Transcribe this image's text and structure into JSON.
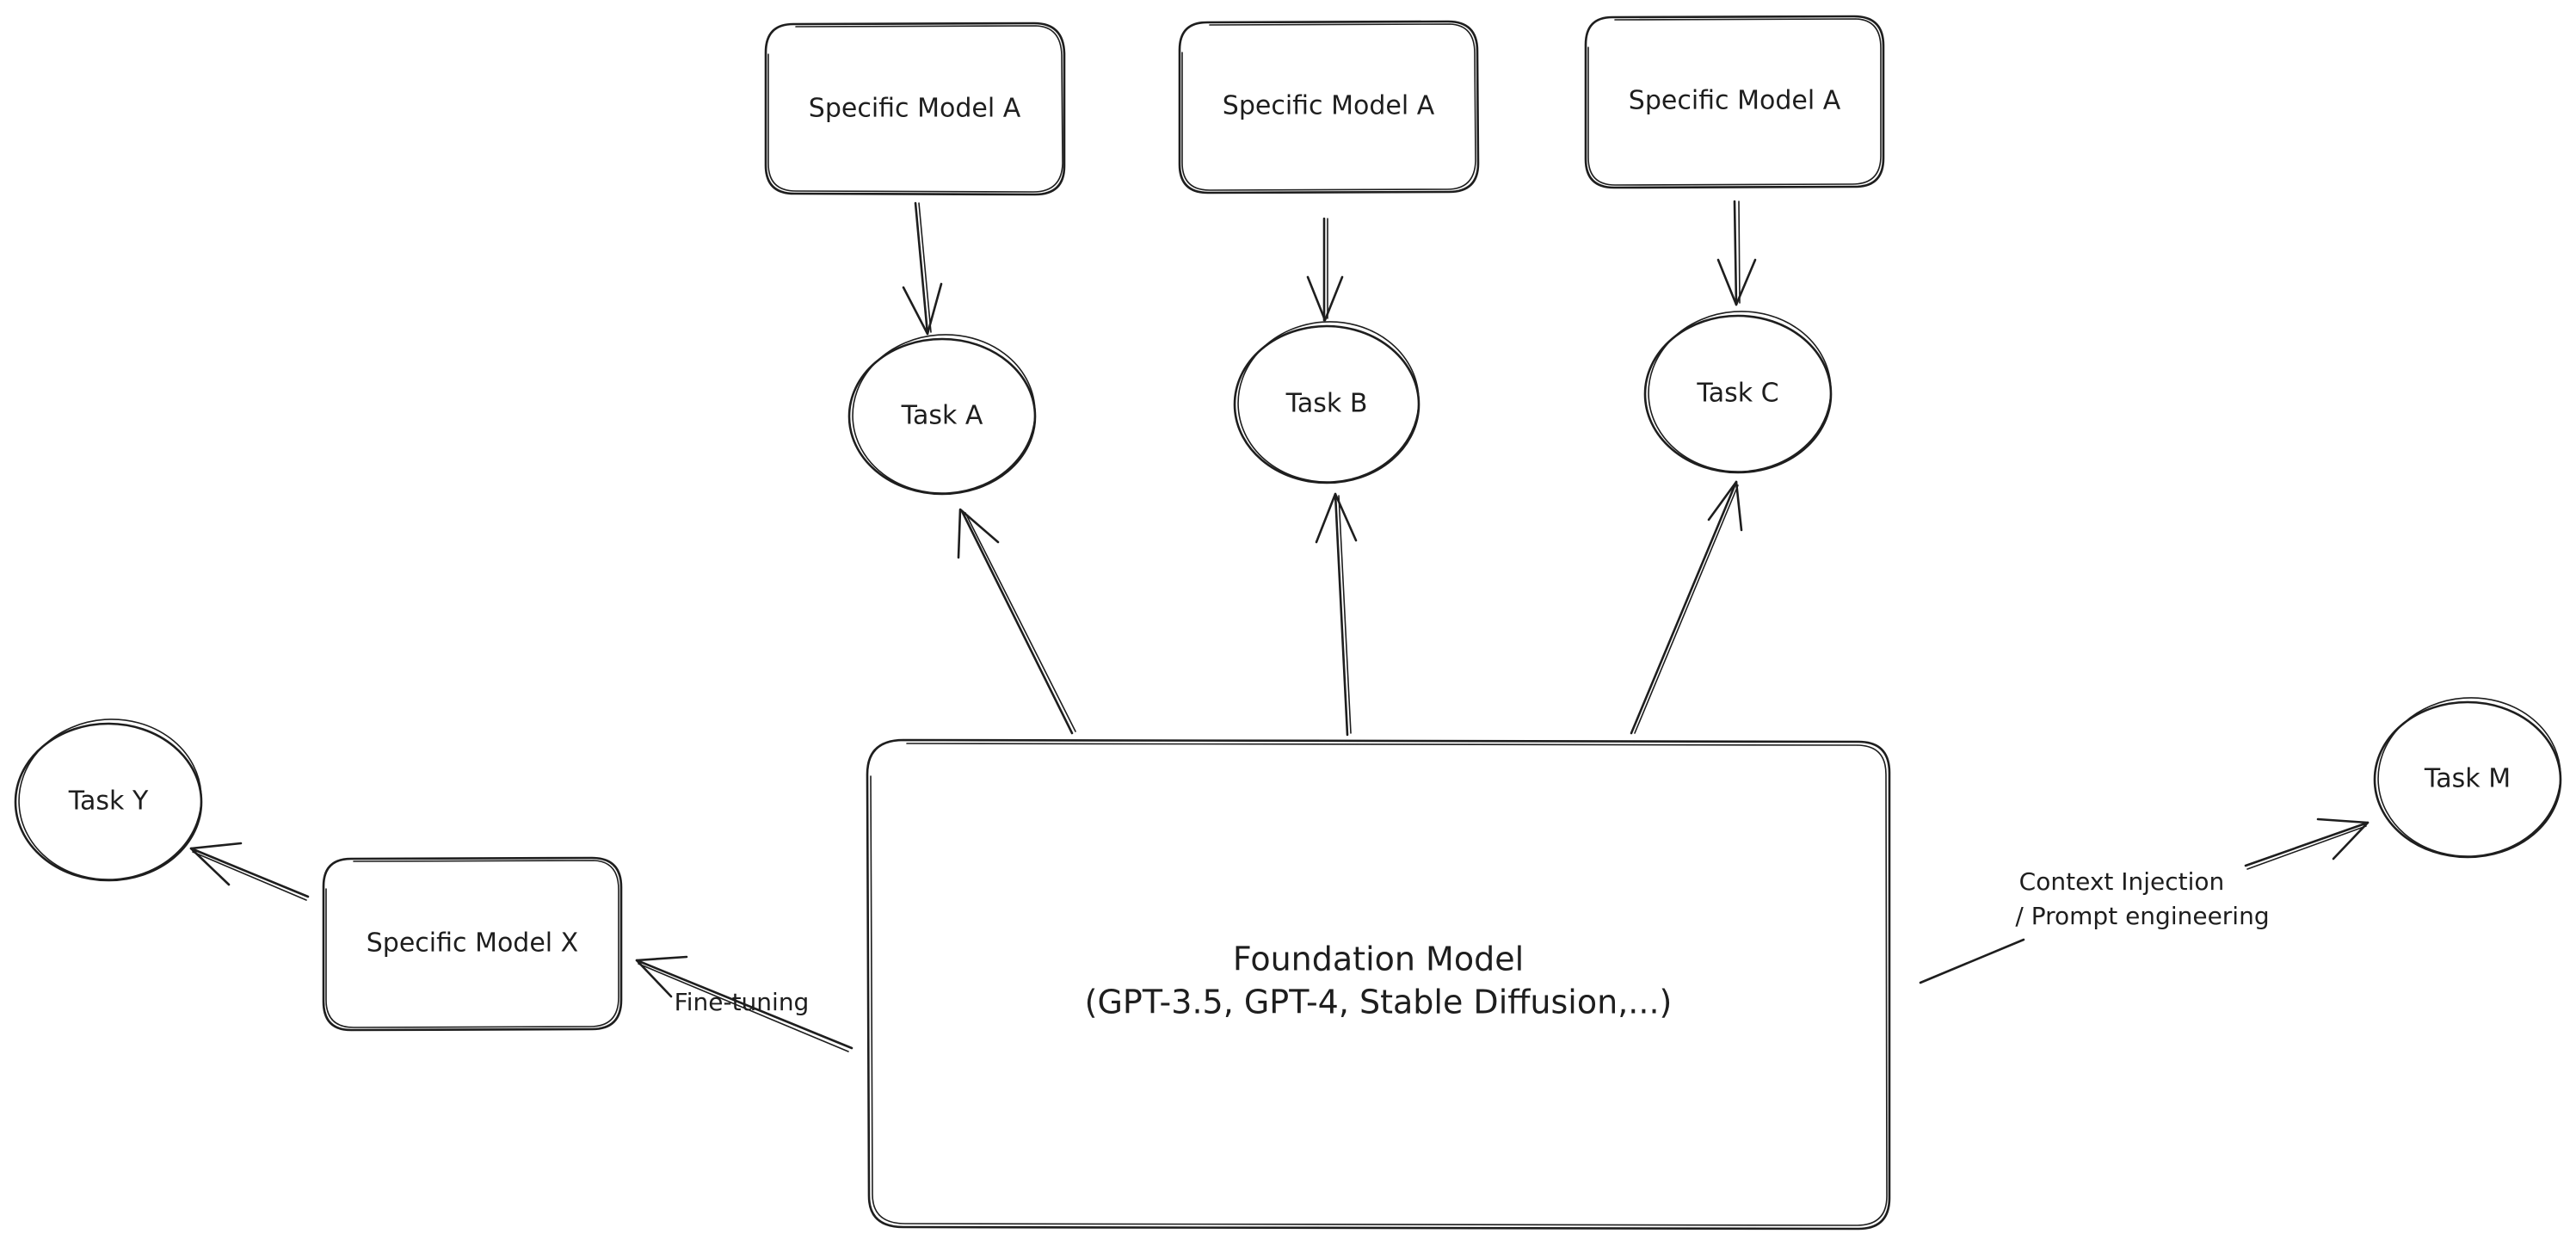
{
  "diagram": {
    "nodes": {
      "model_top_1": "Specific Model A",
      "model_top_2": "Specific Model A",
      "model_top_3": "Specific Model A",
      "task_a": "Task A",
      "task_b": "Task B",
      "task_c": "Task C",
      "task_y": "Task Y",
      "model_x": "Specific Model X",
      "task_m": "Task M",
      "foundation": {
        "line1": "Foundation Model",
        "line2": "(GPT-3.5, GPT-4, Stable Diffusion,...)"
      }
    },
    "edges": {
      "fine_tuning": "Fine-tuning",
      "context_injection": {
        "line1": "Context Injection",
        "line2": "/ Prompt engineering"
      }
    }
  }
}
